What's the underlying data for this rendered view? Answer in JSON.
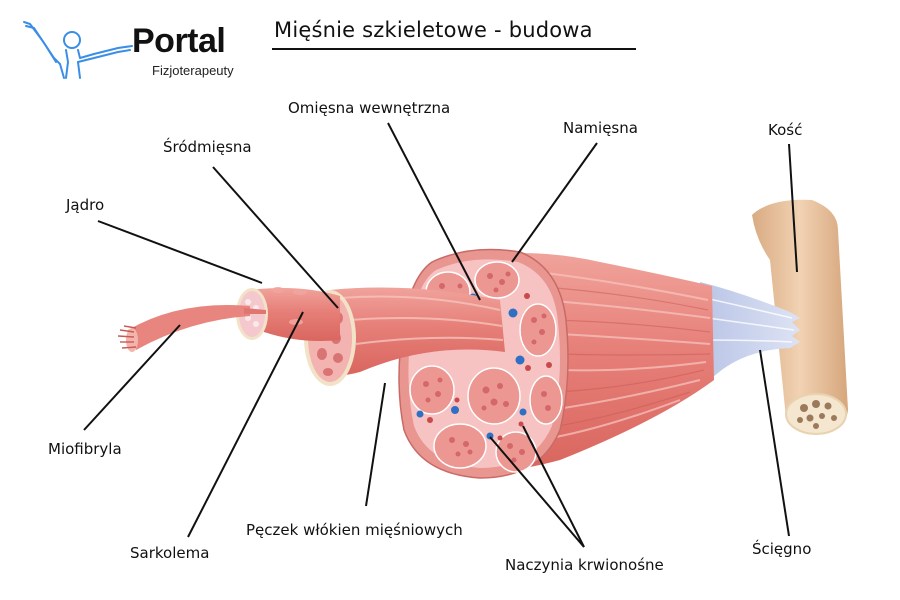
{
  "header": {
    "logo_word": "Portal",
    "logo_subtitle": "Fizjoterapeuty",
    "title": "Mięśnie szkieletowe - budowa"
  },
  "colors": {
    "logo_blue": "#3a8ee6",
    "muscle": "#e8857e",
    "muscle_light": "#f4b3ab",
    "section_pink": "#f3b8b8",
    "vessel_blue": "#2f6fc4",
    "tendon": "#c9d2ec",
    "bone": "#e3bd98",
    "leader_line": "#111111"
  },
  "labels": {
    "omiesna_wewnetrzna": "Omięsna wewnętrzna",
    "namiesna": "Namięsna",
    "srodmiesna": "Śródmięsna",
    "kosc": "Kość",
    "jadro": "Jądro",
    "miofibryla": "Miofibryla",
    "sarkolema": "Sarkolema",
    "peczek": "Pęczek włókien mięśniowych",
    "naczynia": "Naczynia krwionośne",
    "sciegno": "Ścięgno"
  }
}
